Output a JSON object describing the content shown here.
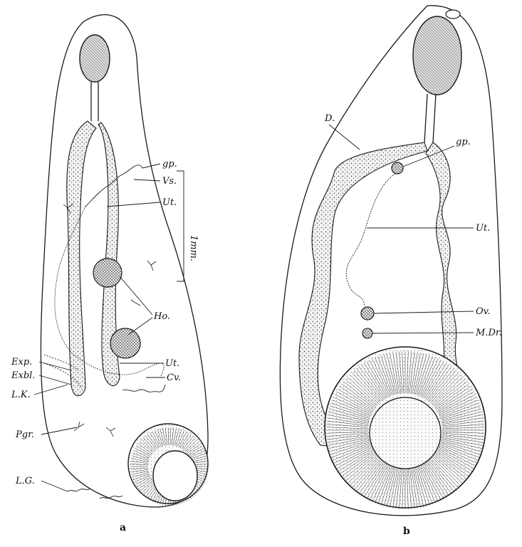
{
  "figure_a": {
    "labels": {
      "gp": "gp.",
      "vs": "Vs.",
      "ut1": "Ut.",
      "scale": "1mm.",
      "ho": "Ho.",
      "ut2": "Ut.",
      "cv": "Cv.",
      "exp": "Exp.",
      "exbl": "Exbl.",
      "lk": "L.K.",
      "pgr": "Pgr.",
      "lg": "L.G."
    },
    "caption": "a"
  },
  "figure_b": {
    "labels": {
      "d": "D.",
      "gp": "gp.",
      "ut": "Ut.",
      "ov": "Ov.",
      "mdr": "M.Dr."
    },
    "caption": "b"
  }
}
